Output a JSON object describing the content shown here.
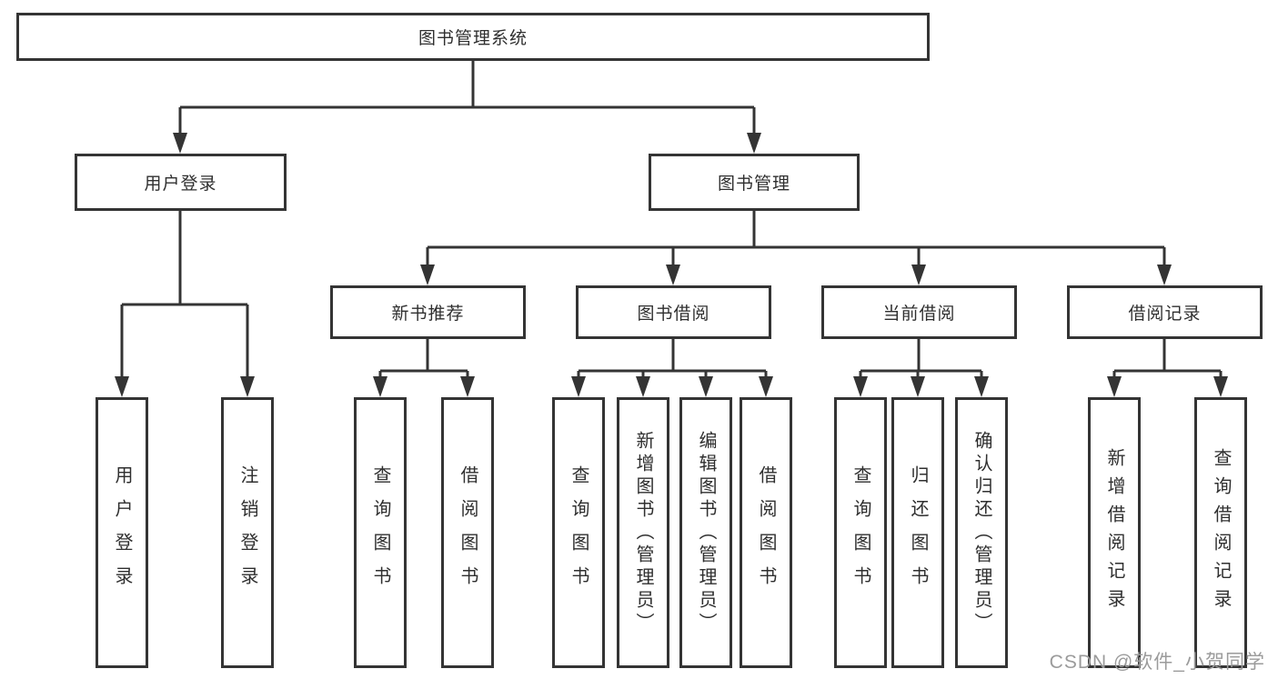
{
  "nodes": {
    "root": "图书管理系统",
    "level2": [
      "用户登录",
      "图书管理"
    ],
    "level3": [
      "新书推荐",
      "图书借阅",
      "当前借阅",
      "借阅记录"
    ],
    "level4": [
      "用户登录",
      "注销登录",
      "查询图书",
      "借阅图书",
      "查询图书",
      "新增图书（管理员）",
      "编辑图书（管理员）",
      "借阅图书",
      "查询图书",
      "归还图书",
      "确认归还（管理员）",
      "新增借阅记录",
      "查询借阅记录"
    ]
  },
  "watermark": "CSDN @软件_小贺同学",
  "colors": {
    "line": "#343434",
    "box_border": "#343434",
    "text": "#2f2f2f",
    "watermark": "#9b9b9b",
    "background": "#ffffff"
  }
}
